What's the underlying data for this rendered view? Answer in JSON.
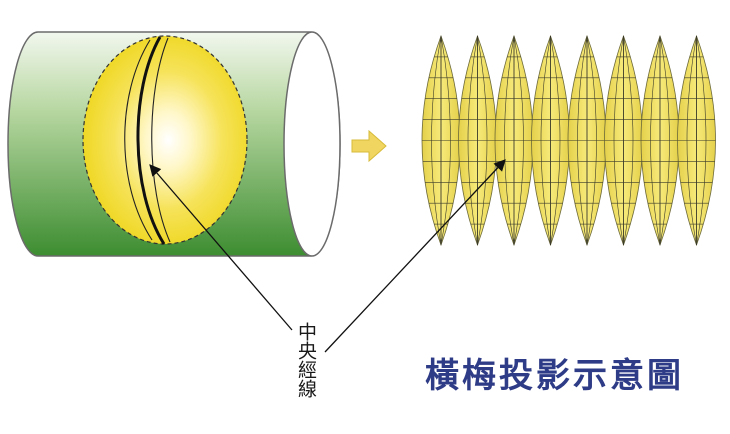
{
  "diagram": {
    "title": "橫梅投影示意圖",
    "central_meridian_label": "中央經線",
    "gore_count": 8,
    "colors": {
      "cylinder_green": "#4b9a3c",
      "cylinder_light": "#e9f3e2",
      "globe_yellow": "#f4dc25",
      "gore_yellow": "#f1e25a",
      "arrow_yellow": "#f0d660",
      "title_blue": "#2e3b86"
    }
  }
}
